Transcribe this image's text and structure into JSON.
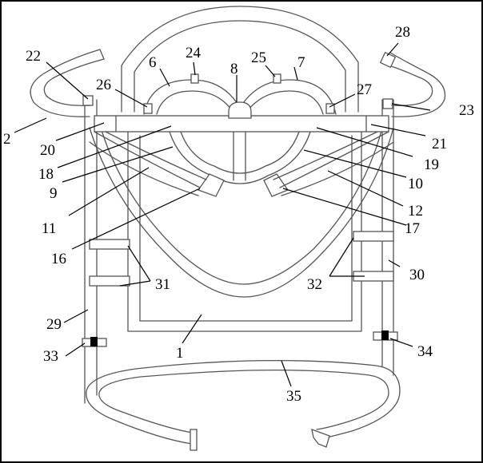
{
  "figure": {
    "labels": [
      {
        "id": "l1",
        "text": "1"
      },
      {
        "id": "l2",
        "text": "2"
      },
      {
        "id": "l6",
        "text": "6"
      },
      {
        "id": "l7",
        "text": "7"
      },
      {
        "id": "l8",
        "text": "8"
      },
      {
        "id": "l9",
        "text": "9"
      },
      {
        "id": "l10",
        "text": "10"
      },
      {
        "id": "l11",
        "text": "11"
      },
      {
        "id": "l12",
        "text": "12"
      },
      {
        "id": "l16",
        "text": "16"
      },
      {
        "id": "l17",
        "text": "17"
      },
      {
        "id": "l18",
        "text": "18"
      },
      {
        "id": "l19",
        "text": "19"
      },
      {
        "id": "l20",
        "text": "20"
      },
      {
        "id": "l21",
        "text": "21"
      },
      {
        "id": "l22",
        "text": "22"
      },
      {
        "id": "l23",
        "text": "23"
      },
      {
        "id": "l24",
        "text": "24"
      },
      {
        "id": "l25",
        "text": "25"
      },
      {
        "id": "l26",
        "text": "26"
      },
      {
        "id": "l27",
        "text": "27"
      },
      {
        "id": "l28",
        "text": "28"
      },
      {
        "id": "l29",
        "text": "29"
      },
      {
        "id": "l30",
        "text": "30"
      },
      {
        "id": "l31",
        "text": "31"
      },
      {
        "id": "l32",
        "text": "32"
      },
      {
        "id": "l33",
        "text": "33"
      },
      {
        "id": "l34",
        "text": "34"
      },
      {
        "id": "l35",
        "text": "35"
      }
    ]
  }
}
